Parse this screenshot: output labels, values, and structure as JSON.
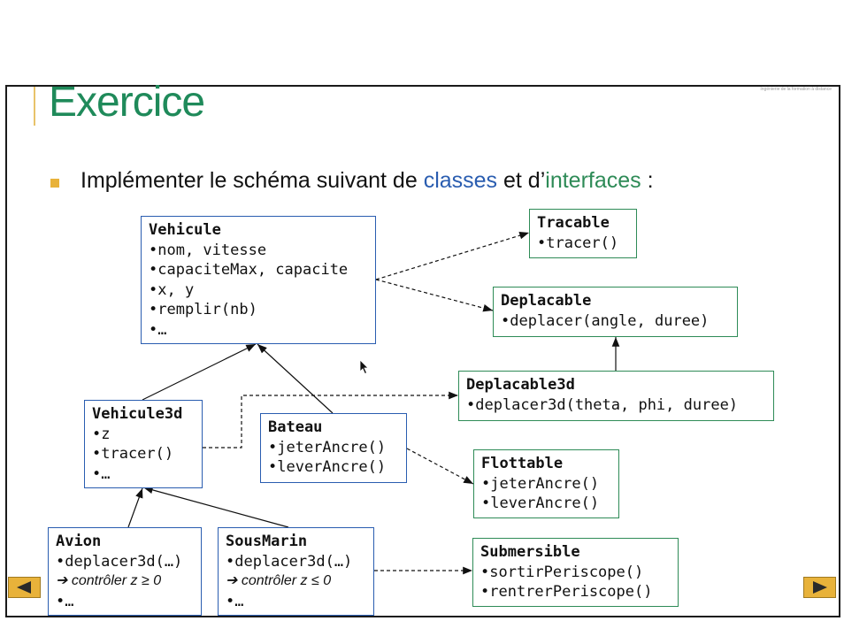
{
  "slide": {
    "title": "Exercice",
    "brand": "Ingénierie de la formation à distance",
    "instruction_parts": [
      "Implémenter le schéma suivant de ",
      "classes",
      " et d’",
      "interfaces",
      " :"
    ]
  },
  "classes": {
    "vehicule": {
      "name": "Vehicule",
      "members": [
        "•nom, vitesse",
        "•capaciteMax, capacite",
        "•x, y",
        "•remplir(nb)",
        "•…"
      ]
    },
    "vehicule3d": {
      "name": "Vehicule3d",
      "members": [
        "•z",
        "•tracer()",
        "•…"
      ]
    },
    "bateau": {
      "name": "Bateau",
      "members": [
        "•jeterAncre()",
        "•leverAncre()"
      ]
    },
    "avion": {
      "name": "Avion",
      "members": [
        "•deplacer3d(…)",
        "➔ contrôler z ≥ 0",
        "•…"
      ]
    },
    "sousmarin": {
      "name": "SousMarin",
      "members": [
        "•deplacer3d(…)",
        "➔ contrôler z ≤ 0",
        "•…"
      ]
    }
  },
  "interfaces": {
    "tracable": {
      "name": "Tracable",
      "members": [
        "•tracer()"
      ]
    },
    "deplacable": {
      "name": "Deplacable",
      "members": [
        "•deplacer(angle, duree)"
      ]
    },
    "deplacable3d": {
      "name": "Deplacable3d",
      "members": [
        "•deplacer3d(theta, phi, duree)"
      ]
    },
    "flottable": {
      "name": "Flottable",
      "members": [
        "•jeterAncre()",
        "•leverAncre()"
      ]
    },
    "submersible": {
      "name": "Submersible",
      "members": [
        "•sortirPeriscope()",
        "•rentrerPeriscope()"
      ]
    }
  },
  "colors": {
    "title": "#1f8a5a",
    "class_border": "#2a5db0",
    "interface_border": "#2e8b57",
    "keyword_classes": "#2a5db0",
    "keyword_interfaces": "#2e8b57",
    "nav_button": "#e8b23a"
  },
  "navigation": {
    "prev_icon": "triangle-left-icon",
    "next_icon": "triangle-right-icon"
  }
}
